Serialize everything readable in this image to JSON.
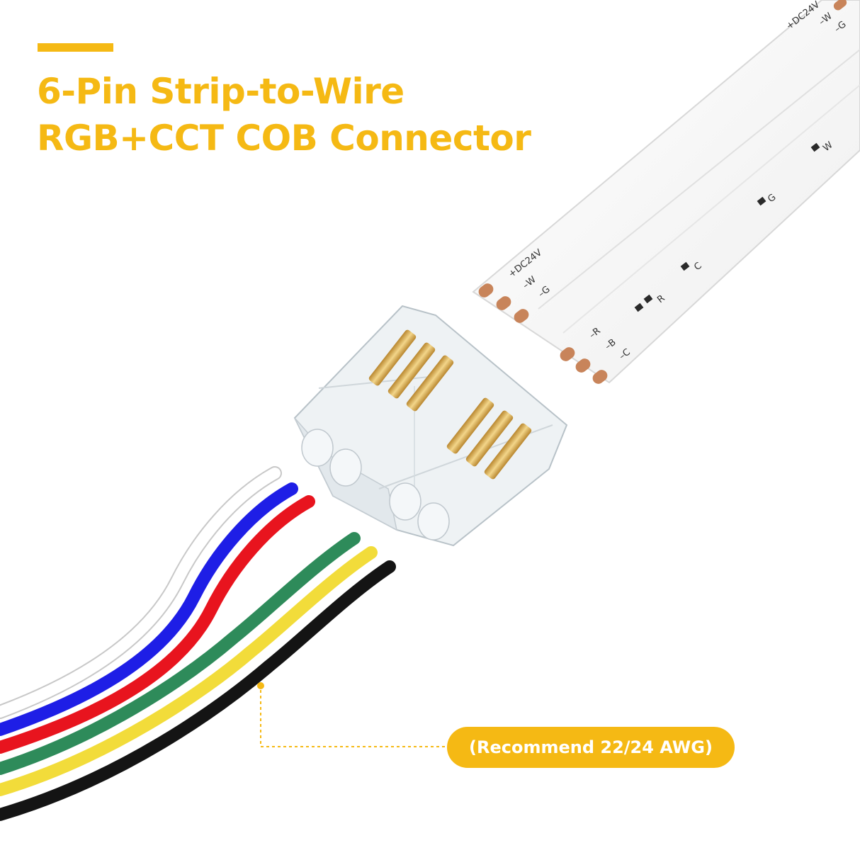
{
  "title": {
    "line1": "6-Pin Strip-to-Wire",
    "line2": "RGB+CCT COB Connector"
  },
  "callout": {
    "label": "(Recommend 22/24 AWG)"
  },
  "strip": {
    "end_labels": [
      "+DC24V",
      "–W",
      "–G"
    ],
    "end_labels_2": [
      "–R",
      "–B",
      "–C"
    ],
    "top_labels": [
      "+DC24V",
      "–W",
      "–G"
    ],
    "marker_labels": [
      "W",
      "G",
      "C",
      "R"
    ]
  },
  "colors": {
    "accent": "#F5B914",
    "wire_white": "#ffffff",
    "wire_blue": "#1E1EE6",
    "wire_red": "#E8141E",
    "wire_green": "#2E8B5A",
    "wire_yellow": "#F2DC3A",
    "wire_black": "#141414",
    "copper": "#C8845A",
    "gold": "#D4A94A"
  }
}
